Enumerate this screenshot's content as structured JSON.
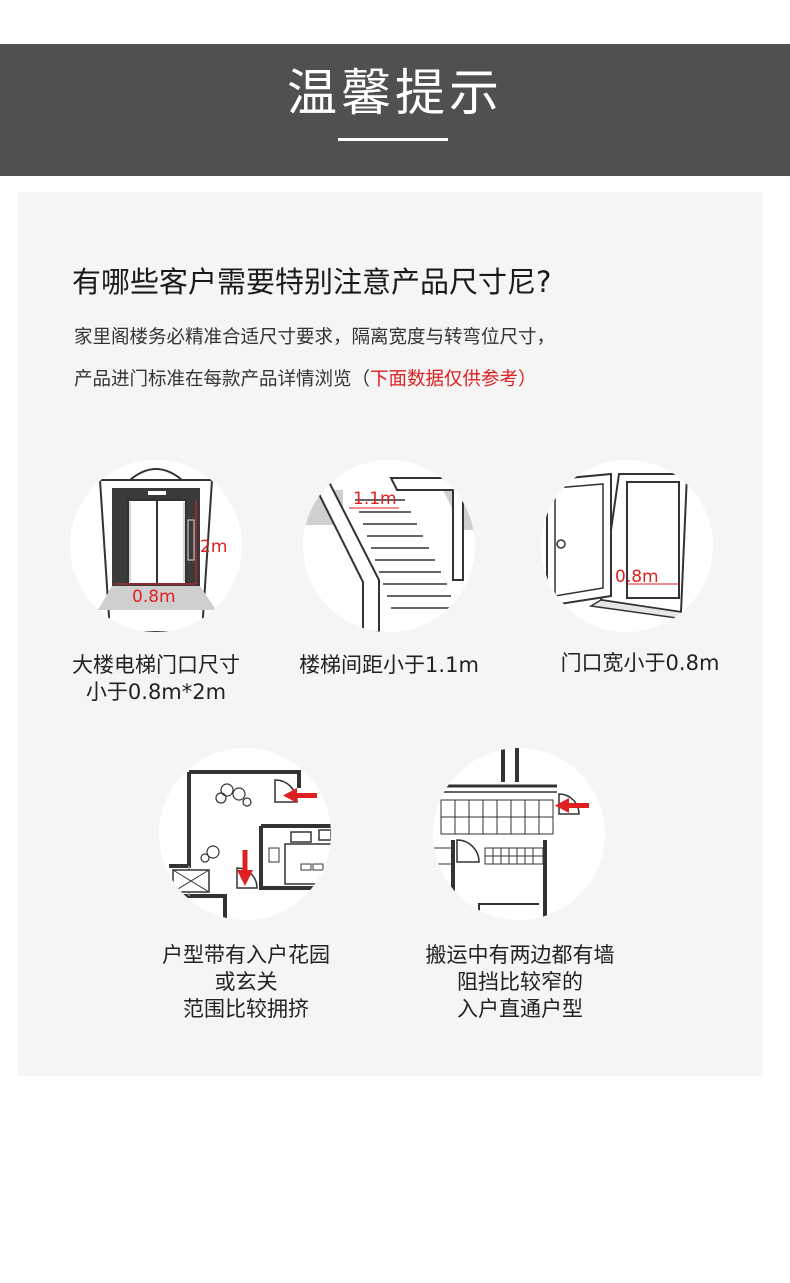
{
  "banner": {
    "title": "温馨提示"
  },
  "notice": {
    "heading": "有哪些客户需要特别注意产品尺寸尼?",
    "line1": "家里阁楼务必精准合适尺寸要求，隔离宽度与转弯位尺寸，",
    "line2_prefix": "产品进门标准在每款产品详情浏览（",
    "line2_highlight": "下面数据仅供参考）",
    "highlight_color": "#e02020"
  },
  "illustrations": [
    {
      "icon": "elevator-icon",
      "labels": [
        "2m",
        "0.8m"
      ],
      "caption": [
        "大楼电梯门口尺寸",
        "小于0.8m*2m"
      ]
    },
    {
      "icon": "staircase-icon",
      "labels": [
        "1.1m"
      ],
      "caption": [
        "楼梯间距小于1.1m"
      ]
    },
    {
      "icon": "door-icon",
      "labels": [
        "0.8m"
      ],
      "caption": [
        "门口宽小于0.8m"
      ]
    },
    {
      "icon": "garden-floorplan-icon",
      "labels": [],
      "caption": [
        "户型带有入户花园",
        "或玄关",
        "范围比较拥挤"
      ]
    },
    {
      "icon": "narrow-corridor-floorplan-icon",
      "labels": [],
      "caption": [
        "搬运中有两边都有墙",
        "阻挡比较窄的",
        "入户直通户型"
      ]
    }
  ]
}
